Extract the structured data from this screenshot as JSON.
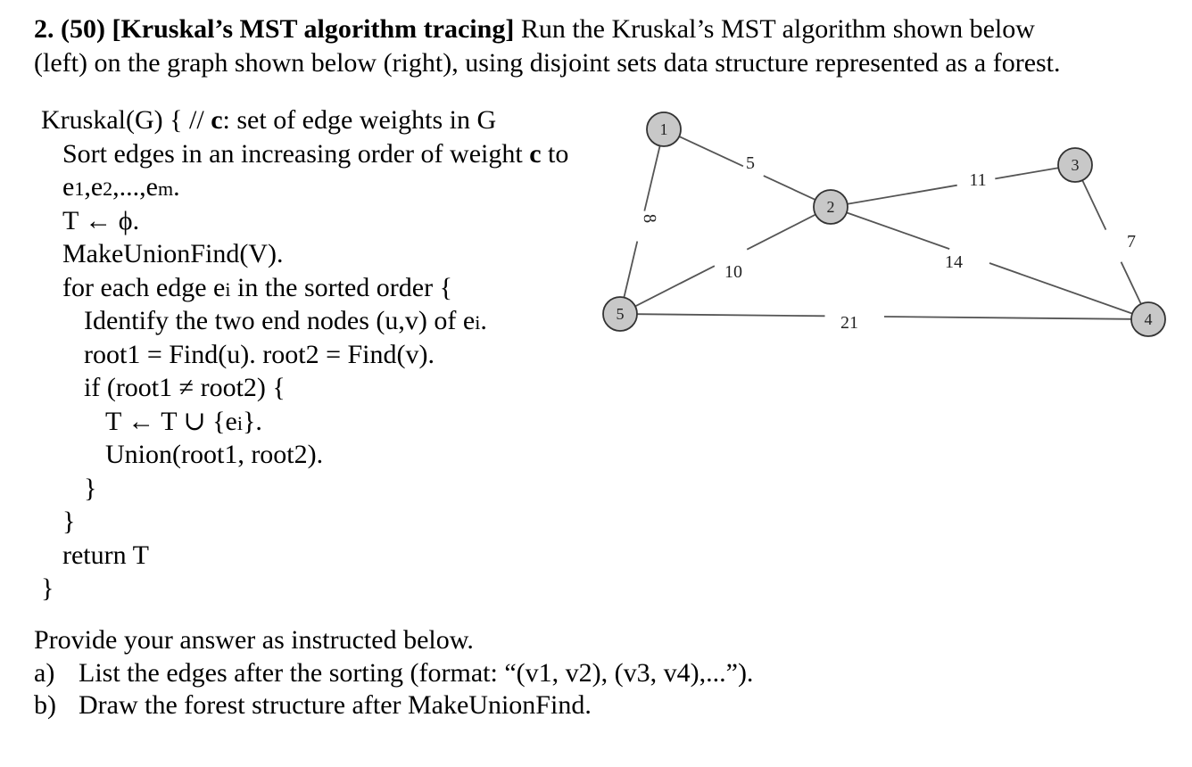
{
  "question": {
    "number": "2. (50)",
    "title": "[Kruskal’s MST algorithm tracing]",
    "text_line1": " Run the Kruskal’s MST algorithm shown below",
    "text_line2": "(left) on the graph shown below (right), using disjoint sets data structure represented as a forest."
  },
  "code": {
    "l1_a": "Kruskal(G) { // ",
    "l1_b": "c",
    "l1_c": ": set of edge weights in G",
    "l2_a": "Sort edges in an increasing order of weight ",
    "l2_b": "c",
    "l2_c": " to",
    "l3": "e1,e2,...,em.",
    "l4": "T ← ϕ.",
    "l5": "MakeUnionFind(V).",
    "l6": "for each edge ei in the sorted order {",
    "l7": "Identify the two end nodes (u,v) of ei.",
    "l8": "root1 = Find(u). root2 = Find(v).",
    "l9": "if (root1 ≠ root2) {",
    "l10": "T ← T ∪ {ei}.",
    "l11": "Union(root1, root2).",
    "l12": "}",
    "l13": "}",
    "l14": "return T",
    "l15": "}"
  },
  "graph": {
    "node_fill": "#c8c8c8",
    "nodes": [
      {
        "id": "1",
        "label": "1"
      },
      {
        "id": "2",
        "label": "2"
      },
      {
        "id": "3",
        "label": "3"
      },
      {
        "id": "4",
        "label": "4"
      },
      {
        "id": "5",
        "label": "5"
      }
    ],
    "edges": [
      {
        "from": "1",
        "to": "2",
        "weight": "5"
      },
      {
        "from": "1",
        "to": "5",
        "weight": "8"
      },
      {
        "from": "2",
        "to": "3",
        "weight": "11"
      },
      {
        "from": "3",
        "to": "4",
        "weight": "7"
      },
      {
        "from": "2",
        "to": "4",
        "weight": "14"
      },
      {
        "from": "2",
        "to": "5",
        "weight": "10"
      },
      {
        "from": "5",
        "to": "4",
        "weight": "21"
      }
    ]
  },
  "answer": {
    "intro": "Provide your answer as instructed below.",
    "a_label": "a)",
    "a_text": "List the edges after the sorting (format: “(v1, v2), (v3, v4),...”).",
    "b_label": "b)",
    "b_text": "Draw the forest structure after MakeUnionFind."
  }
}
